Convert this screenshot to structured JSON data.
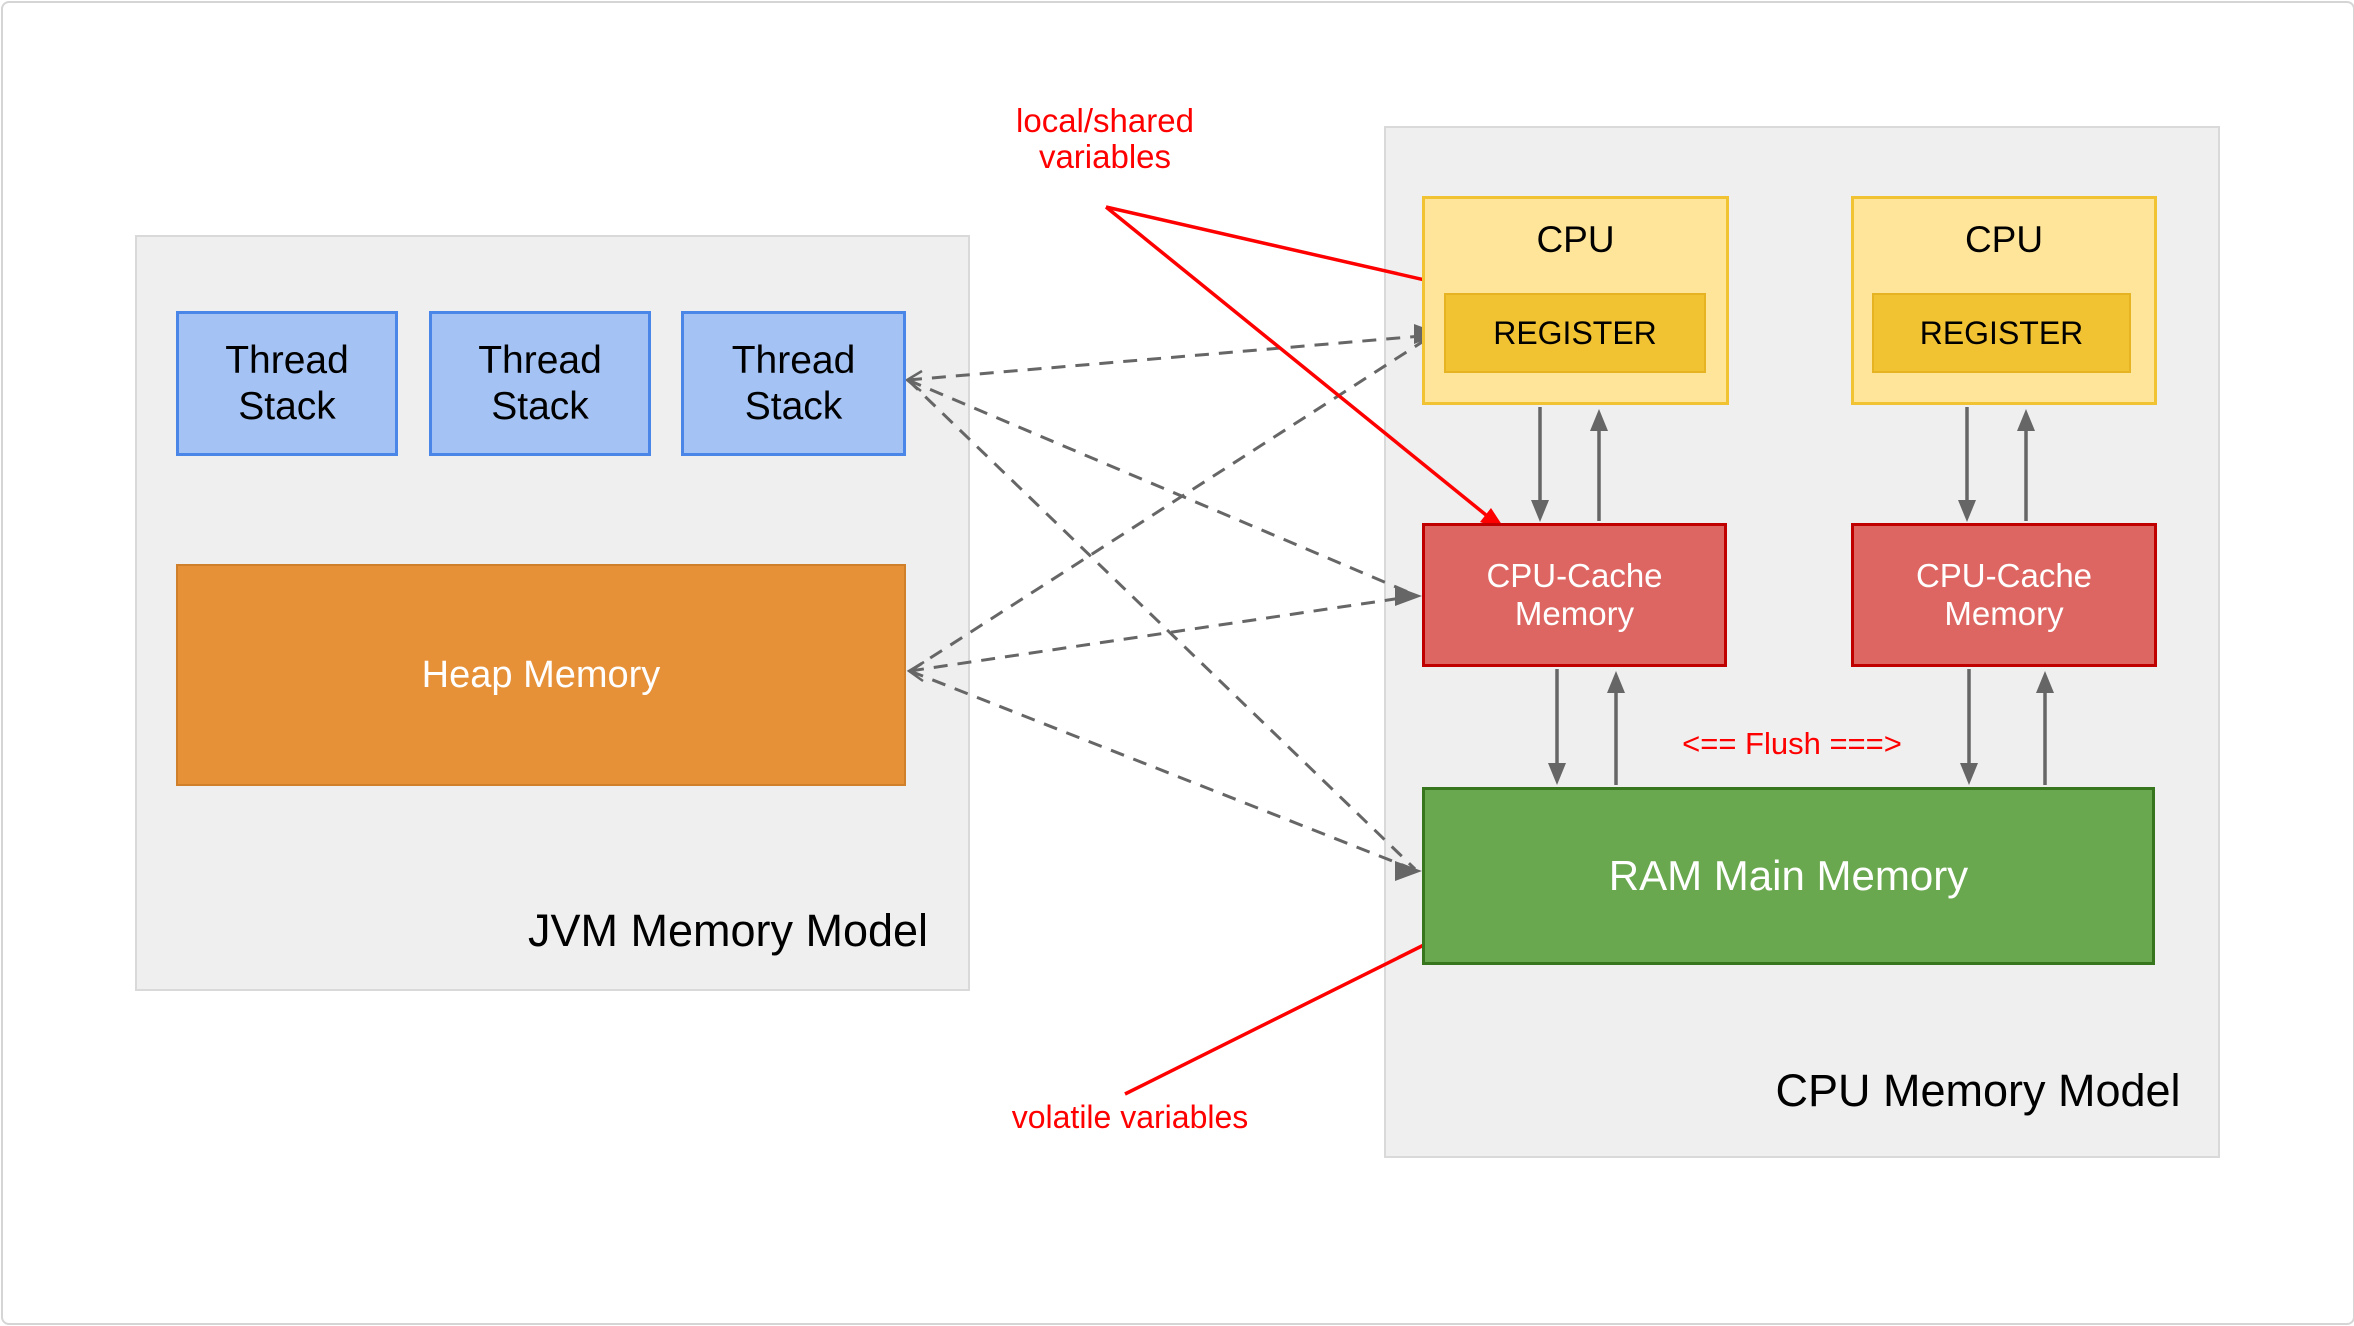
{
  "diagram": {
    "jvm_model": {
      "label": "JVM Memory Model",
      "thread_stacks": [
        {
          "label": "Thread Stack"
        },
        {
          "label": "Thread Stack"
        },
        {
          "label": "Thread Stack"
        }
      ],
      "heap": {
        "label": "Heap Memory"
      }
    },
    "cpu_model": {
      "label": "CPU Memory Model",
      "cpus": [
        {
          "label": "CPU",
          "register": "REGISTER"
        },
        {
          "label": "CPU",
          "register": "REGISTER"
        }
      ],
      "caches": [
        {
          "label": "CPU-Cache Memory"
        },
        {
          "label": "CPU-Cache Memory"
        }
      ],
      "ram": {
        "label": "RAM Main Memory"
      }
    },
    "annotations": {
      "local_shared_variables": "local/shared\nvariables",
      "volatile_variables": "volatile variables",
      "flush": "<== Flush ===>"
    },
    "colors": {
      "thread_stack_fill": "#a4c2f4",
      "thread_stack_border": "#4a86e8",
      "heap_fill": "#e69138",
      "heap_border": "#d0802b",
      "cpu_fill": "#ffe599",
      "cpu_border": "#f1c232",
      "register_fill": "#f1c232",
      "cache_fill": "#dd6662",
      "cache_border": "#c00000",
      "ram_fill": "#6aa84f",
      "ram_border": "#38761d",
      "container_fill": "#efefef",
      "container_border": "#d9d9d9",
      "connector_gray": "#666666",
      "annotation_red": "#ff0000"
    }
  }
}
